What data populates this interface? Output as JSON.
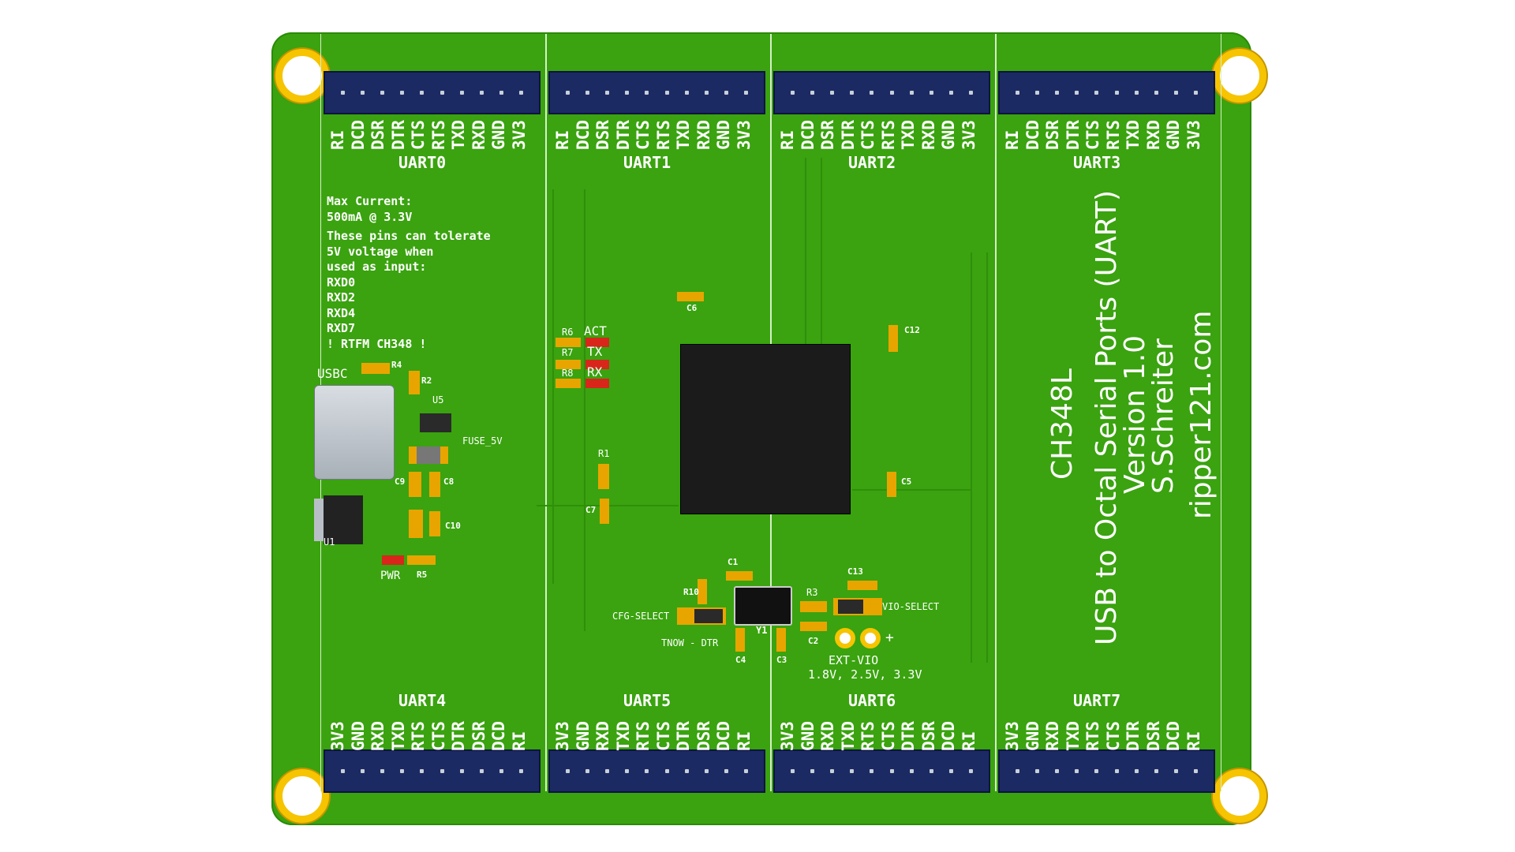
{
  "board": {
    "notes": [
      "Max Current:",
      "500mA @ 3.3V",
      "These pins can tolerate",
      "5V voltage when",
      "used as input:",
      "RXD0",
      "RXD2",
      "RXD4",
      "RXD7",
      "! RTFM CH348 !"
    ],
    "title_lines": [
      "CH348L",
      "USB to Octal Serial Ports (UART)",
      "Version 1.0",
      "S.Schreiter",
      "ripper121.com"
    ],
    "colors": {
      "pcb": "#3aa30f",
      "header": "#1c2a63",
      "pad": "#e8a500",
      "silk": "#ffffff"
    }
  },
  "top_uarts": [
    {
      "title": "UART0",
      "pins": [
        "RI",
        "DCD",
        "DSR",
        "DTR",
        "CTS",
        "RTS",
        "TXD",
        "RXD",
        "GND",
        "3V3"
      ]
    },
    {
      "title": "UART1",
      "pins": [
        "RI",
        "DCD",
        "DSR",
        "DTR",
        "CTS",
        "RTS",
        "TXD",
        "RXD",
        "GND",
        "3V3"
      ]
    },
    {
      "title": "UART2",
      "pins": [
        "RI",
        "DCD",
        "DSR",
        "DTR",
        "CTS",
        "RTS",
        "TXD",
        "RXD",
        "GND",
        "3V3"
      ]
    },
    {
      "title": "UART3",
      "pins": [
        "RI",
        "DCD",
        "DSR",
        "DTR",
        "CTS",
        "RTS",
        "TXD",
        "RXD",
        "GND",
        "3V3"
      ]
    }
  ],
  "bottom_uarts": [
    {
      "title": "UART4",
      "pins": [
        "3V3",
        "GND",
        "RXD",
        "TXD",
        "RTS",
        "CTS",
        "DTR",
        "DSR",
        "DCD",
        "RI"
      ]
    },
    {
      "title": "UART5",
      "pins": [
        "3V3",
        "GND",
        "RXD",
        "TXD",
        "RTS",
        "CTS",
        "DTR",
        "DSR",
        "DCD",
        "RI"
      ]
    },
    {
      "title": "UART6",
      "pins": [
        "3V3",
        "GND",
        "RXD",
        "TXD",
        "RTS",
        "CTS",
        "DTR",
        "DSR",
        "DCD",
        "RI"
      ]
    },
    {
      "title": "UART7",
      "pins": [
        "3V3",
        "GND",
        "RXD",
        "TXD",
        "RTS",
        "CTS",
        "DTR",
        "DSR",
        "DCD",
        "RI"
      ]
    }
  ],
  "labels": {
    "usbc": "USBC",
    "r4": "R4",
    "r2": "R2",
    "u5": "U5",
    "fuse": "FUSE_5V",
    "c9": "C9",
    "c8": "C8",
    "c10": "C10",
    "u1": "U1",
    "pwr": "PWR",
    "r5": "R5",
    "r6": "R6",
    "act": "ACT",
    "r7": "R7",
    "tx": "TX",
    "r8": "R8",
    "rx": "RX",
    "c6": "C6",
    "c12": "C12",
    "r1": "R1",
    "c7": "C7",
    "c5": "C5",
    "c1": "C1",
    "r10": "R10",
    "cfg": "CFG-SELECT",
    "tnow": "TNOW - DTR",
    "c4": "C4",
    "y1": "Y1",
    "c3": "C3",
    "r3": "R3",
    "c2": "C2",
    "c13": "C13",
    "vio": "VIO-SELECT",
    "extvio": "EXT-VIO",
    "volts": "1.8V, 2.5V, 3.3V",
    "plus": "+"
  }
}
